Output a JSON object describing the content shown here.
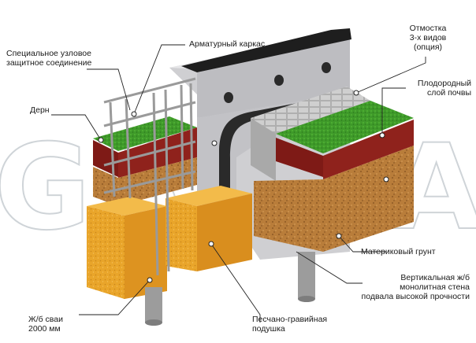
{
  "watermark": "GARDA",
  "labels": {
    "armature": "Арматурный каркас",
    "special_joint": "Специальное узловое\nзащитное соединение",
    "turf": "Дерн",
    "blind_area": "Отмостка\n3-х видов\n(опция)",
    "fertile_soil": "Плодородный\nслой почвы",
    "native_soil": "Материковый грунт",
    "wall": "Вертикальная ж/б\nмонолитная стена\nподвала высокой прочности",
    "piles": "Ж/б сваи\n2000 мм",
    "sand_gravel": "Песчано-гравийная\nподушка"
  },
  "colors": {
    "grass": "#3f9a2a",
    "topsoil": "#8a1f1a",
    "subsoil": "#b97d3a",
    "sand": "#e9a52a",
    "concrete": "#c9c9cc",
    "insulation": "#2a2a2a",
    "paving": "#b5b5b5",
    "rebar": "#9a9a9a",
    "pile": "#9c9c9c"
  }
}
